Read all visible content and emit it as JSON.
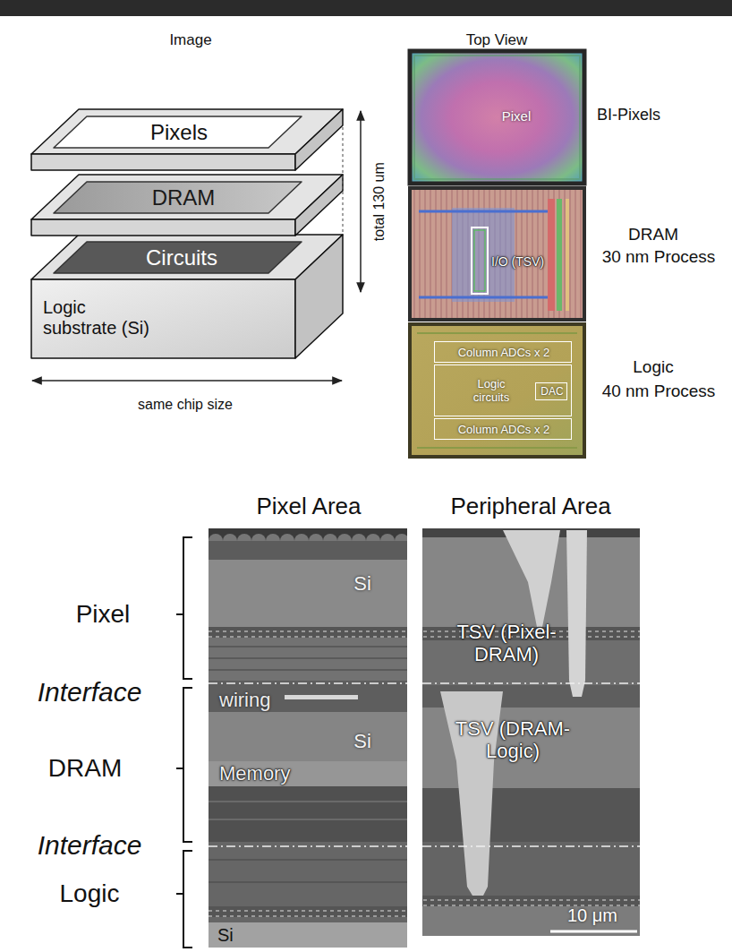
{
  "diagram": {
    "nodes": [
      {
        "text": [
          "Pixels"
        ]
      },
      {
        "text": [
          "DRAM"
        ]
      },
      {
        "text": [
          "Circuits",
          "Logic substrate (Si)"
        ]
      },
      {
        "text": [
          "Pixel",
          "BI-Pixels"
        ]
      },
      {
        "text": [
          "DRAM",
          "30 nm Process"
        ]
      },
      {
        "text": [
          "Logic",
          "40 nm Process"
        ]
      },
      {
        "text": [
          "Column ADCs x 2"
        ],
        "in": 5
      },
      {
        "text": [
          "Logic circuits"
        ],
        "in": 5
      },
      {
        "text": [
          "DAC"
        ],
        "in": 7
      },
      {
        "text": [
          "Column ADCs x 2"
        ],
        "in": 5
      },
      {
        "text": [
          "Pixel Area",
          "Si",
          "wiring",
          "Si",
          "Memory",
          "Si"
        ]
      },
      {
        "text": [
          "Peripheral Area",
          "TSV (Pixel-DRAM)",
          "TSV (DRAM-Logic)",
          "10 μm"
        ]
      }
    ],
    "labels": [
      "Image",
      "Top View",
      "total 130 um",
      "same chip size",
      "I/O (TSV)",
      "Pixel",
      "Interface",
      "DRAM",
      "Interface",
      "Logic"
    ]
  }
}
